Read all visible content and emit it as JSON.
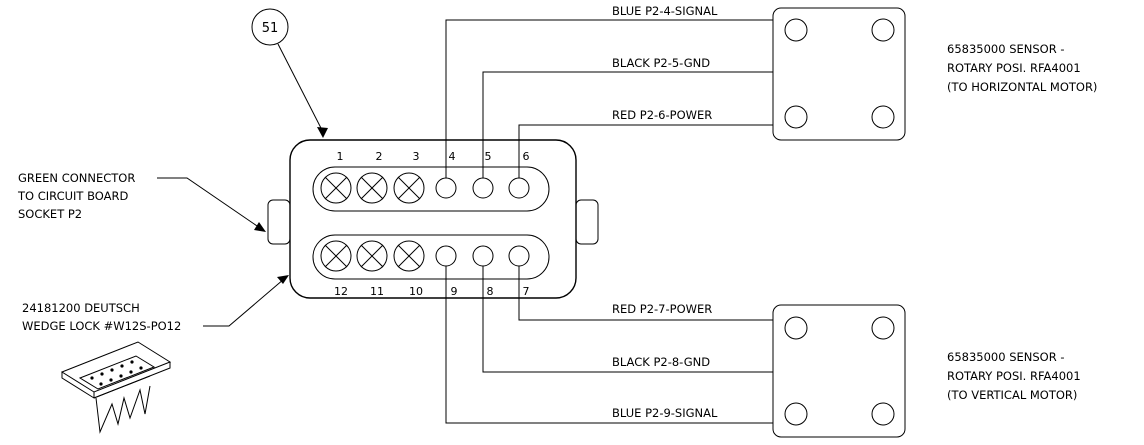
{
  "balloon": {
    "number": "51"
  },
  "connector": {
    "label_lines": [
      "GREEN CONNECTOR",
      "TO CIRCUIT BOARD",
      "SOCKET P2"
    ],
    "part_lines": [
      "24181200 DEUTSCH",
      "WEDGE LOCK #W12S-PO12"
    ],
    "top_pins": [
      "1",
      "2",
      "3",
      "4",
      "5",
      "6"
    ],
    "bottom_pins": [
      "12",
      "11",
      "10",
      "9",
      "8",
      "7"
    ]
  },
  "wires": {
    "horizontal": [
      {
        "pin": "4",
        "label": "BLUE P2-4-SIGNAL"
      },
      {
        "pin": "5",
        "label": "BLACK P2-5-GND"
      },
      {
        "pin": "6",
        "label": "RED P2-6-POWER"
      }
    ],
    "vertical": [
      {
        "pin": "7",
        "label": "RED P2-7-POWER"
      },
      {
        "pin": "8",
        "label": "BLACK P2-8-GND"
      },
      {
        "pin": "9",
        "label": "BLUE P2-9-SIGNAL"
      }
    ]
  },
  "sensors": {
    "horizontal": {
      "lines": [
        "65835000 SENSOR -",
        "ROTARY POSI. RFA4001",
        "(TO HORIZONTAL MOTOR)"
      ]
    },
    "vertical": {
      "lines": [
        "65835000 SENSOR -",
        "ROTARY POSI. RFA4001",
        "(TO VERTICAL MOTOR)"
      ]
    }
  }
}
